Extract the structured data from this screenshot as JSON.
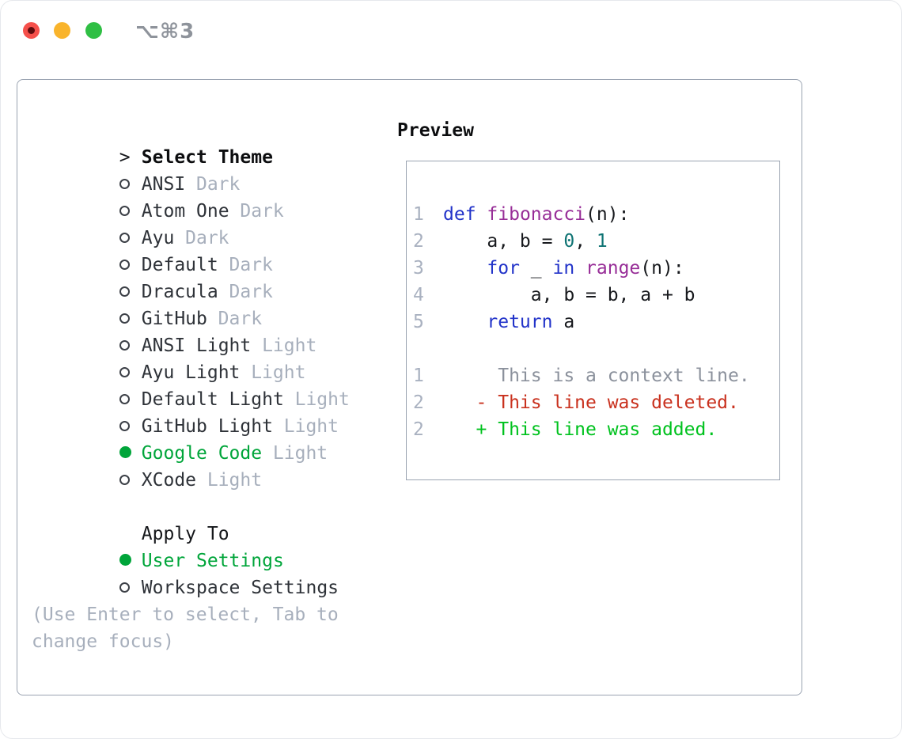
{
  "window": {
    "title": "⌥⌘3"
  },
  "colors": {
    "accent_green": "#00a53a",
    "added_green": "#00c21e",
    "deleted_red": "#c9311e",
    "keyword_blue": "#2233c9",
    "function_purple": "#972d97",
    "literal_teal": "#0e7373",
    "muted_gray": "#a7afbc",
    "border_gray": "#9aa3b1",
    "traffic_red": "#f5504b",
    "traffic_yellow": "#f9b42c",
    "traffic_green": "#2fbf44"
  },
  "icons": {
    "prompt": ">",
    "radio_unselected": "○",
    "radio_selected": "●"
  },
  "theme_list": {
    "prompt": ">",
    "title": "Select Theme",
    "items": [
      {
        "name": "ANSI",
        "variant": "Dark",
        "selected": false
      },
      {
        "name": "Atom One",
        "variant": "Dark",
        "selected": false
      },
      {
        "name": "Ayu",
        "variant": "Dark",
        "selected": false
      },
      {
        "name": "Default",
        "variant": "Dark",
        "selected": false
      },
      {
        "name": "Dracula",
        "variant": "Dark",
        "selected": false
      },
      {
        "name": "GitHub",
        "variant": "Dark",
        "selected": false
      },
      {
        "name": "ANSI Light",
        "variant": "Light",
        "selected": false
      },
      {
        "name": "Ayu Light",
        "variant": "Light",
        "selected": false
      },
      {
        "name": "Default Light",
        "variant": "Light",
        "selected": false
      },
      {
        "name": "GitHub Light",
        "variant": "Light",
        "selected": false
      },
      {
        "name": "Google Code",
        "variant": "Light",
        "selected": true
      },
      {
        "name": "XCode",
        "variant": "Light",
        "selected": false
      }
    ]
  },
  "apply_to": {
    "title": "Apply To",
    "options": [
      {
        "label": "User Settings",
        "selected": true
      },
      {
        "label": "Workspace Settings",
        "selected": false
      }
    ]
  },
  "help_text": "(Use Enter to select, Tab to change focus)",
  "preview": {
    "title": "Preview",
    "lines": [
      {
        "num": "1",
        "tokens": [
          {
            "text": "def",
            "type": "keyword"
          },
          {
            "text": " ",
            "type": "plain"
          },
          {
            "text": "fibonacci",
            "type": "function"
          },
          {
            "text": "(n):",
            "type": "plain"
          }
        ]
      },
      {
        "num": "2",
        "tokens": [
          {
            "text": "    a, b = ",
            "type": "plain"
          },
          {
            "text": "0",
            "type": "literal"
          },
          {
            "text": ", ",
            "type": "plain"
          },
          {
            "text": "1",
            "type": "literal"
          }
        ]
      },
      {
        "num": "3",
        "tokens": [
          {
            "text": "    ",
            "type": "plain"
          },
          {
            "text": "for",
            "type": "keyword"
          },
          {
            "text": " _ ",
            "type": "plain"
          },
          {
            "text": "in",
            "type": "keyword"
          },
          {
            "text": " ",
            "type": "plain"
          },
          {
            "text": "range",
            "type": "function"
          },
          {
            "text": "(n):",
            "type": "plain"
          }
        ]
      },
      {
        "num": "4",
        "tokens": [
          {
            "text": "        a, b = b, a + b",
            "type": "plain"
          }
        ]
      },
      {
        "num": "5",
        "tokens": [
          {
            "text": "    ",
            "type": "plain"
          },
          {
            "text": "return",
            "type": "keyword"
          },
          {
            "text": " a",
            "type": "plain"
          }
        ]
      },
      {
        "num": "",
        "tokens": []
      },
      {
        "num": "1",
        "tokens": [
          {
            "text": "     This is a context line.",
            "type": "context"
          }
        ]
      },
      {
        "num": "2",
        "tokens": [
          {
            "text": "   - This line was deleted.",
            "type": "deleted"
          }
        ]
      },
      {
        "num": "2",
        "tokens": [
          {
            "text": "   + This line was added.",
            "type": "added"
          }
        ]
      }
    ]
  }
}
